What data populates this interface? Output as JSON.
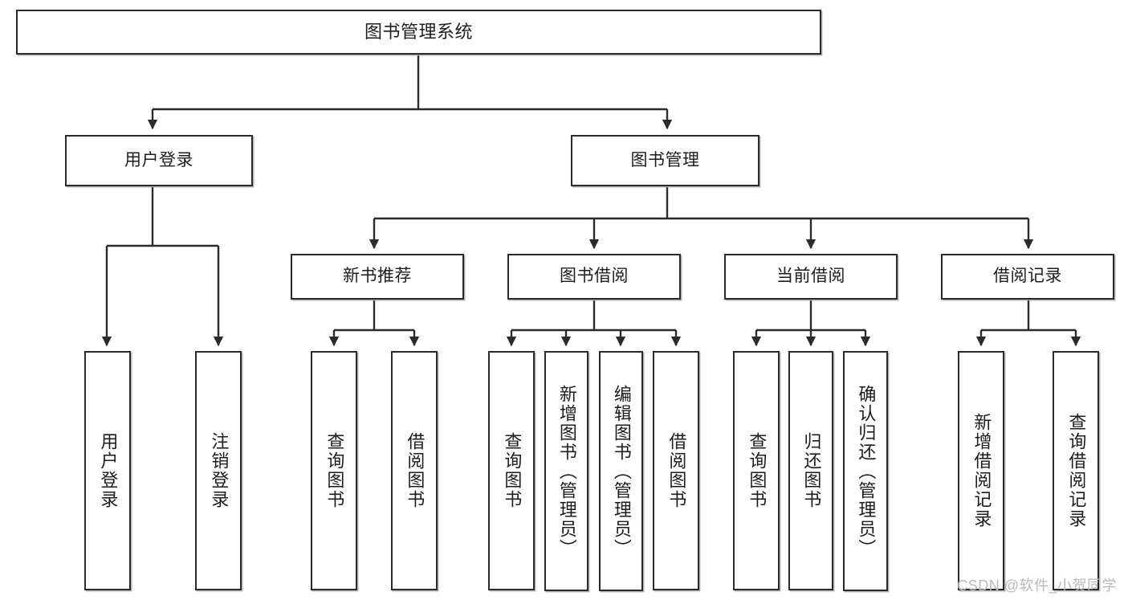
{
  "diagram": {
    "title": "图书管理系统",
    "type": "tree-hierarchy",
    "watermark": "CSDN @软件_小贺同学",
    "colors": {
      "background": "#ffffff",
      "box_border": "#2b2b2b",
      "box_fill": "#ffffff",
      "text": "#1d1d1d",
      "connector": "#2b2b2b",
      "watermark": "#b9b9b9"
    },
    "nodes": {
      "root": {
        "label": "图书管理系统"
      },
      "level1": [
        {
          "id": "user-login",
          "label": "用户登录"
        },
        {
          "id": "book-management",
          "label": "图书管理"
        }
      ],
      "level2": [
        {
          "id": "new-book-recommend",
          "label": "新书推荐"
        },
        {
          "id": "book-borrow",
          "label": "图书借阅"
        },
        {
          "id": "current-borrow",
          "label": "当前借阅"
        },
        {
          "id": "borrow-record",
          "label": "借阅记录"
        }
      ],
      "leaves": [
        {
          "id": "leaf-user-login",
          "label": "用户登录",
          "parent": "user-login"
        },
        {
          "id": "leaf-logout-login",
          "label": "注销登录",
          "parent": "user-login"
        },
        {
          "id": "leaf-query-book-1",
          "label": "查询图书",
          "parent": "new-book-recommend"
        },
        {
          "id": "leaf-borrow-book-1",
          "label": "借阅图书",
          "parent": "new-book-recommend"
        },
        {
          "id": "leaf-query-book-2",
          "label": "查询图书",
          "parent": "book-borrow"
        },
        {
          "id": "leaf-add-book",
          "label": "新增图书（管理员）",
          "parent": "book-borrow"
        },
        {
          "id": "leaf-edit-book",
          "label": "编辑图书（管理员）",
          "parent": "book-borrow"
        },
        {
          "id": "leaf-borrow-book-2",
          "label": "借阅图书",
          "parent": "book-borrow"
        },
        {
          "id": "leaf-query-book-3",
          "label": "查询图书",
          "parent": "current-borrow"
        },
        {
          "id": "leaf-return-book",
          "label": "归还图书",
          "parent": "current-borrow"
        },
        {
          "id": "leaf-confirm-return",
          "label": "确认归还（管理员）",
          "parent": "current-borrow"
        },
        {
          "id": "leaf-add-record",
          "label": "新增借阅记录",
          "parent": "borrow-record"
        },
        {
          "id": "leaf-query-record",
          "label": "查询借阅记录",
          "parent": "borrow-record"
        }
      ]
    }
  }
}
